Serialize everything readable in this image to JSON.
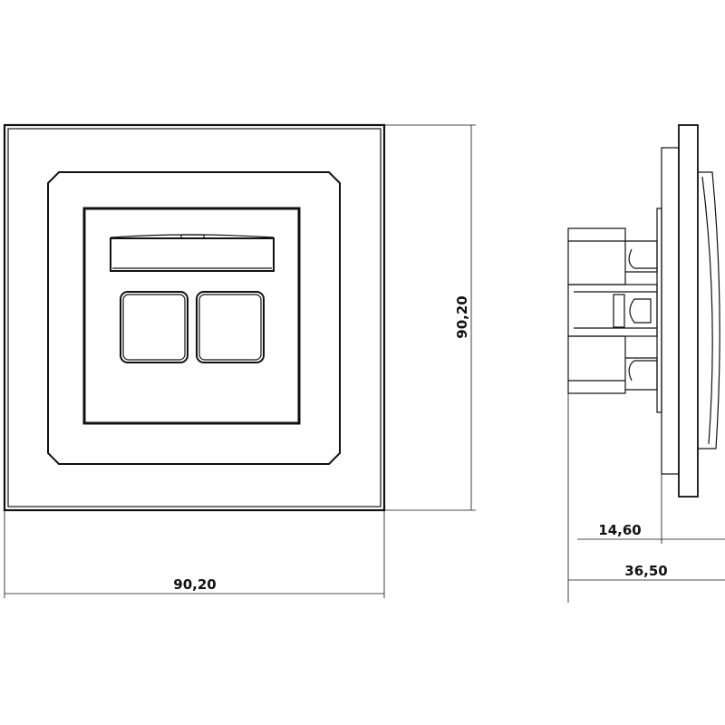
{
  "front_view": {
    "width_label": "90,20",
    "height_label": "90,20",
    "ports": [
      "port-1",
      "port-2"
    ]
  },
  "side_view": {
    "depth_front_label": "14,60",
    "depth_total_label": "36,50"
  },
  "colors": {
    "line": "#111111",
    "background": "#ffffff"
  }
}
